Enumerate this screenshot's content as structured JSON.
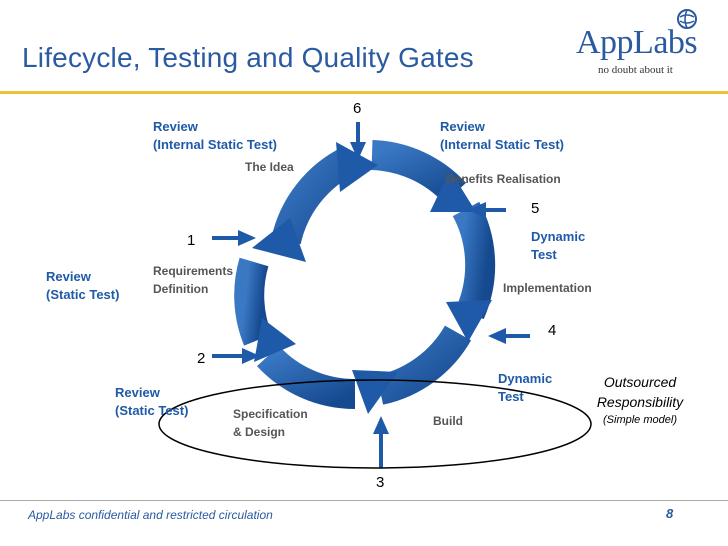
{
  "header": {
    "title": "Lifecycle, Testing and Quality Gates",
    "logo_name": "AppLabs",
    "logo_tagline": "no doubt about it"
  },
  "reviews": {
    "internal_left": [
      "Review",
      "(Internal Static Test)"
    ],
    "internal_right": [
      "Review",
      "(Internal Static Test)"
    ],
    "static_top": [
      "Review",
      "(Static Test)"
    ],
    "static_bottom": [
      "Review",
      "(Static Test)"
    ],
    "dynamic_top": [
      "Dynamic",
      "Test"
    ],
    "dynamic_bottom": [
      "Dynamic",
      "Test"
    ]
  },
  "phases": {
    "idea": "The Idea",
    "benefits": "Benefits Realisation",
    "requirements": [
      "Requirements",
      "Definition"
    ],
    "implementation": "Implementation",
    "specification": [
      "Specification",
      "& Design"
    ],
    "build": "Build"
  },
  "gates": [
    "1",
    "2",
    "3",
    "4",
    "5",
    "6"
  ],
  "outsourced": {
    "line1": "Outsourced",
    "line2": "Responsibility",
    "line3": "(Simple model)"
  },
  "footer": {
    "text": "AppLabs confidential and restricted circulation",
    "page": "8"
  },
  "colors": {
    "brand_blue": "#2a5aa0",
    "cycle_blue": "#1f5aa8",
    "accent_yellow": "#f0c030"
  }
}
